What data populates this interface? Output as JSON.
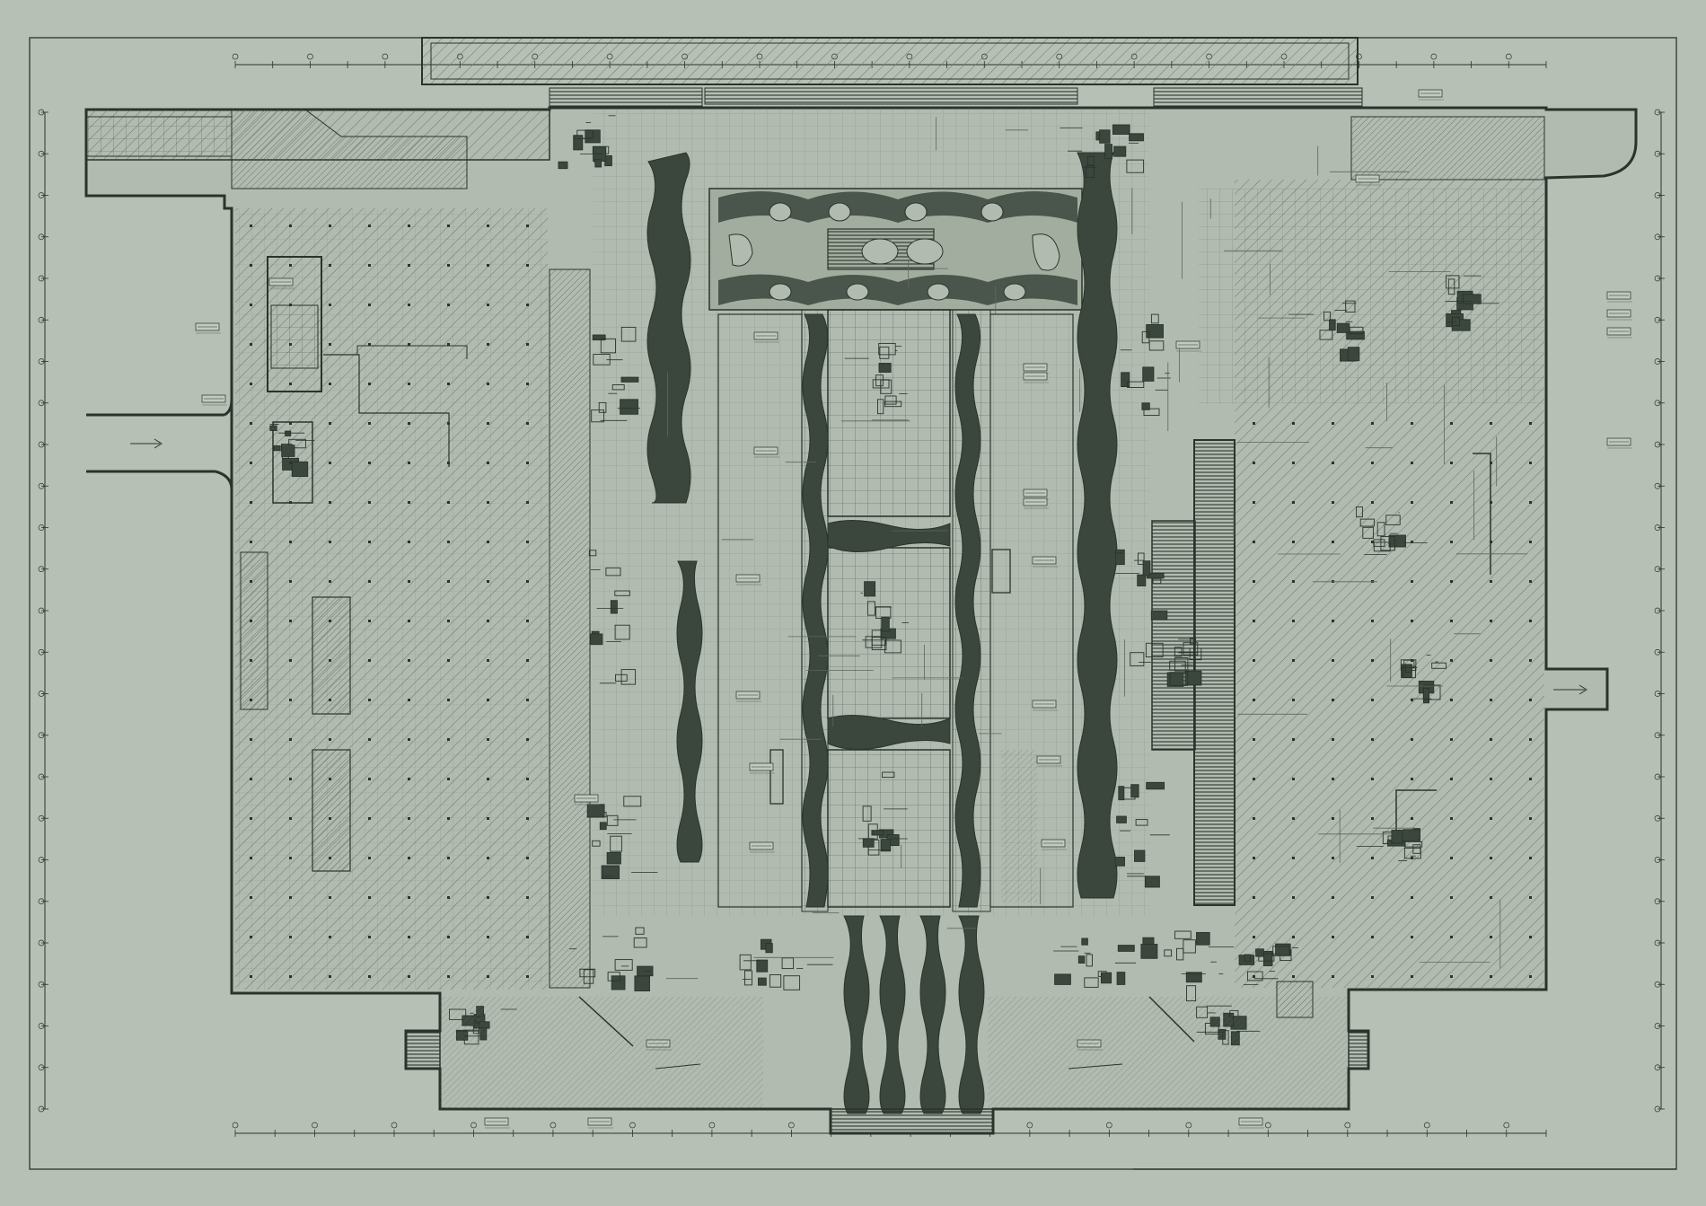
{
  "colors": {
    "background": "#b7c0b5",
    "line": "#2a342c",
    "line_light": "#5d685f",
    "dark_fill": "#3b463d",
    "panel_fill": "#aab4a9",
    "frame": "#34403a"
  },
  "icons": {
    "hatch": "diagonal-hatch-pattern",
    "grille": "horizontal-grille-pattern",
    "equipment": "hvac-unit-symbol",
    "column": "structural-column-marker",
    "flow": "flow-direction-arrow"
  },
  "grid": {
    "top_axis_count": 36,
    "bottom_axis_count": 34,
    "left_axis_count": 25,
    "right_axis_count": 25
  },
  "labels": {
    "tag_generic": "",
    "note_generic": ""
  }
}
